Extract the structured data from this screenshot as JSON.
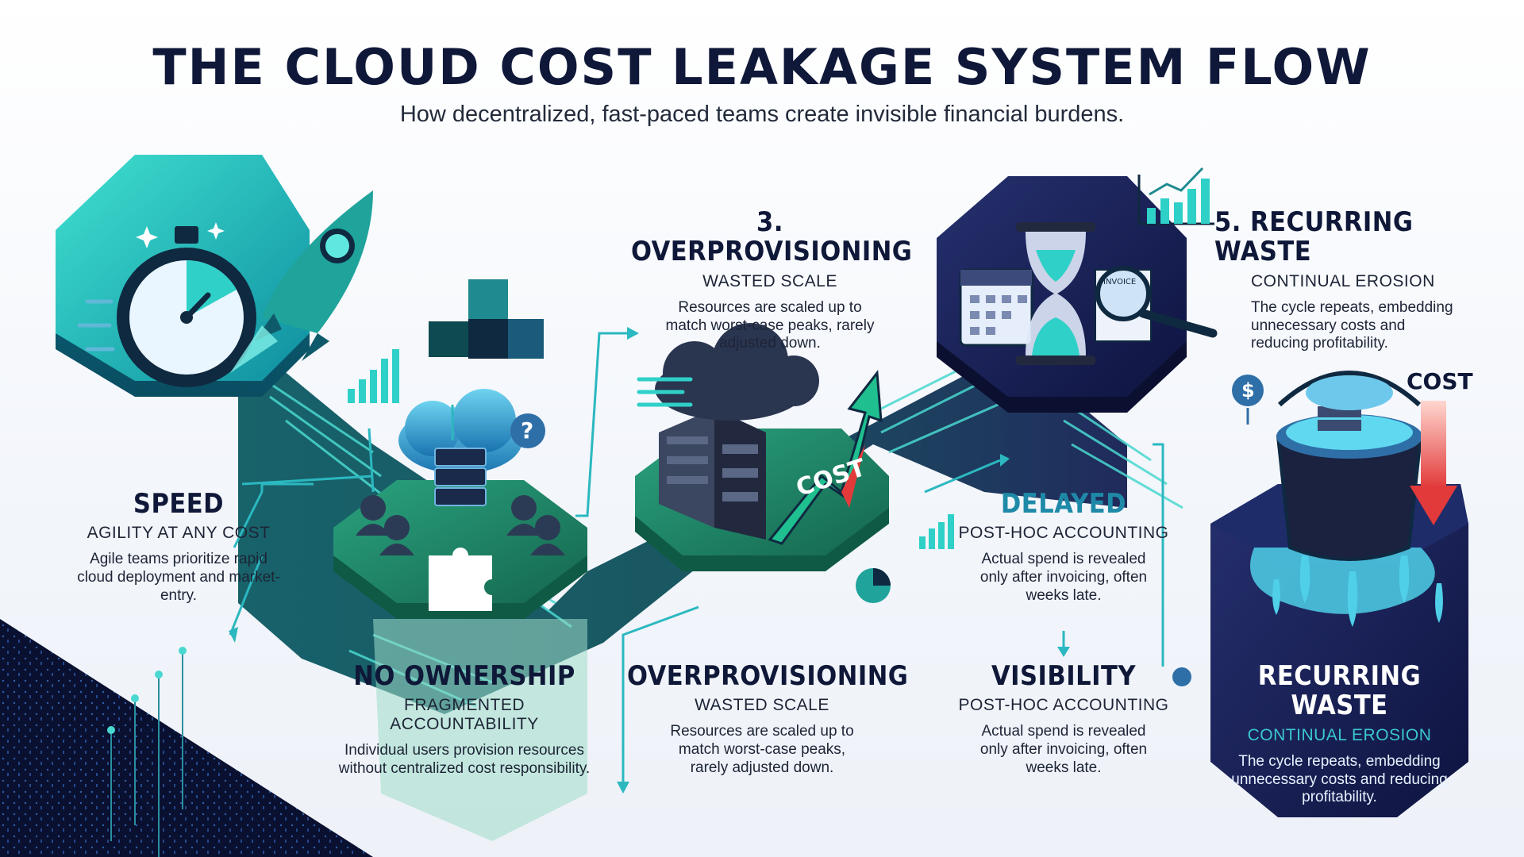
{
  "title": "THE CLOUD COST LEAKAGE SYSTEM FLOW",
  "subtitle": "How decentralized, fast-paced teams create invisible financial burdens.",
  "stages": {
    "speed": {
      "title": "SPEED",
      "subtitle": "AGILITY AT ANY COST",
      "body": "Agile teams prioritize rapid cloud deployment and market-entry."
    },
    "no_ownership": {
      "title": "NO OWNERSHIP",
      "subtitle": "FRAGMENTED ACCOUNTABILITY",
      "body": "Individual users provision resources without centralized cost responsibility."
    },
    "overprovisioning_top": {
      "title": "3. OVERPROVISIONING",
      "subtitle": "WASTED SCALE",
      "body": "Resources are scaled up to match worst-case peaks, rarely adjusted down."
    },
    "overprovisioning_bottom": {
      "title": "OVERPROVISIONING",
      "subtitle": "WASTED SCALE",
      "body": "Resources are scaled up to match worst-case peaks, rarely adjusted down."
    },
    "delayed": {
      "title": "DELAYED",
      "subtitle": "POST-HOC ACCOUNTING",
      "body": "Actual spend is revealed only after invoicing, often weeks late."
    },
    "visibility": {
      "title": "VISIBILITY",
      "subtitle": "POST-HOC ACCOUNTING",
      "body": "Actual spend is revealed only after invoicing, often weeks late."
    },
    "recurring_top": {
      "title": "5. RECURRING WASTE",
      "subtitle": "CONTINUAL EROSION",
      "body": "The cycle repeats, embedding unnecessary costs and reducing profitability."
    },
    "recurring_bottom": {
      "title": "RECURRING WASTE",
      "subtitle": "CONTINUAL EROSION",
      "body": "The cycle repeats, embedding unnecessary costs and reducing profitability."
    }
  },
  "labels": {
    "server_cost": "COST",
    "bucket_cost": "COST",
    "invoice": "INVOICE",
    "question_mark": "?",
    "dollar": "$"
  },
  "colors": {
    "teal": "#2fd0c8",
    "green": "#1c8a6e",
    "navy": "#141a4a",
    "dark": "#0b1030",
    "red": "#e23a3a"
  }
}
